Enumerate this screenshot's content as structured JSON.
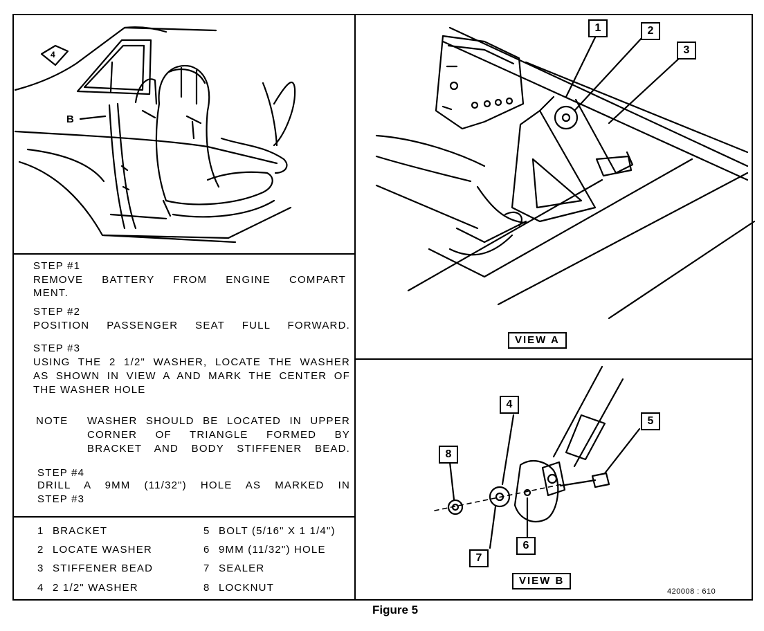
{
  "steps": [
    {
      "heading": "STEP #1",
      "lines": [
        "REMOVE BATTERY FROM ENGINE COMPART",
        "MENT."
      ]
    },
    {
      "heading": "STEP #2",
      "lines": [
        "POSITION PASSENGER SEAT FULL FORWARD."
      ]
    },
    {
      "heading": "STEP #3",
      "lines": [
        "USING THE 2 1/2\" WASHER, LOCATE THE WASHER",
        "AS SHOWN IN VIEW A AND MARK THE CENTER OF",
        "THE WASHER HOLE"
      ]
    },
    {
      "heading": "STEP #4",
      "lines": [
        "DRILL A 9MM (11/32\") HOLE AS MARKED IN",
        "STEP #3"
      ]
    }
  ],
  "note": {
    "label": "NOTE",
    "lines": [
      "WASHER SHOULD BE LOCATED IN UPPER",
      "CORNER OF TRIANGLE FORMED BY",
      "BRACKET AND BODY STIFFENER BEAD."
    ]
  },
  "legend": [
    {
      "num": "1",
      "label": "BRACKET"
    },
    {
      "num": "2",
      "label": "LOCATE WASHER"
    },
    {
      "num": "3",
      "label": "STIFFENER BEAD"
    },
    {
      "num": "4",
      "label": "2 1/2\" WASHER"
    },
    {
      "num": "5",
      "label": "BOLT (5/16\" X 1 1/4\")"
    },
    {
      "num": "6",
      "label": "9MM (11/32\") HOLE"
    },
    {
      "num": "7",
      "label": "SEALER"
    },
    {
      "num": "8",
      "label": "LOCKNUT"
    }
  ],
  "car_callout": "B",
  "car_badge": "4",
  "callouts": [
    "1",
    "2",
    "3",
    "4",
    "5",
    "6",
    "7",
    "8"
  ],
  "view_a_label": "VIEW A",
  "view_b_label": "VIEW B",
  "part_number": "420008 : 610",
  "figure_caption": "Figure 5"
}
